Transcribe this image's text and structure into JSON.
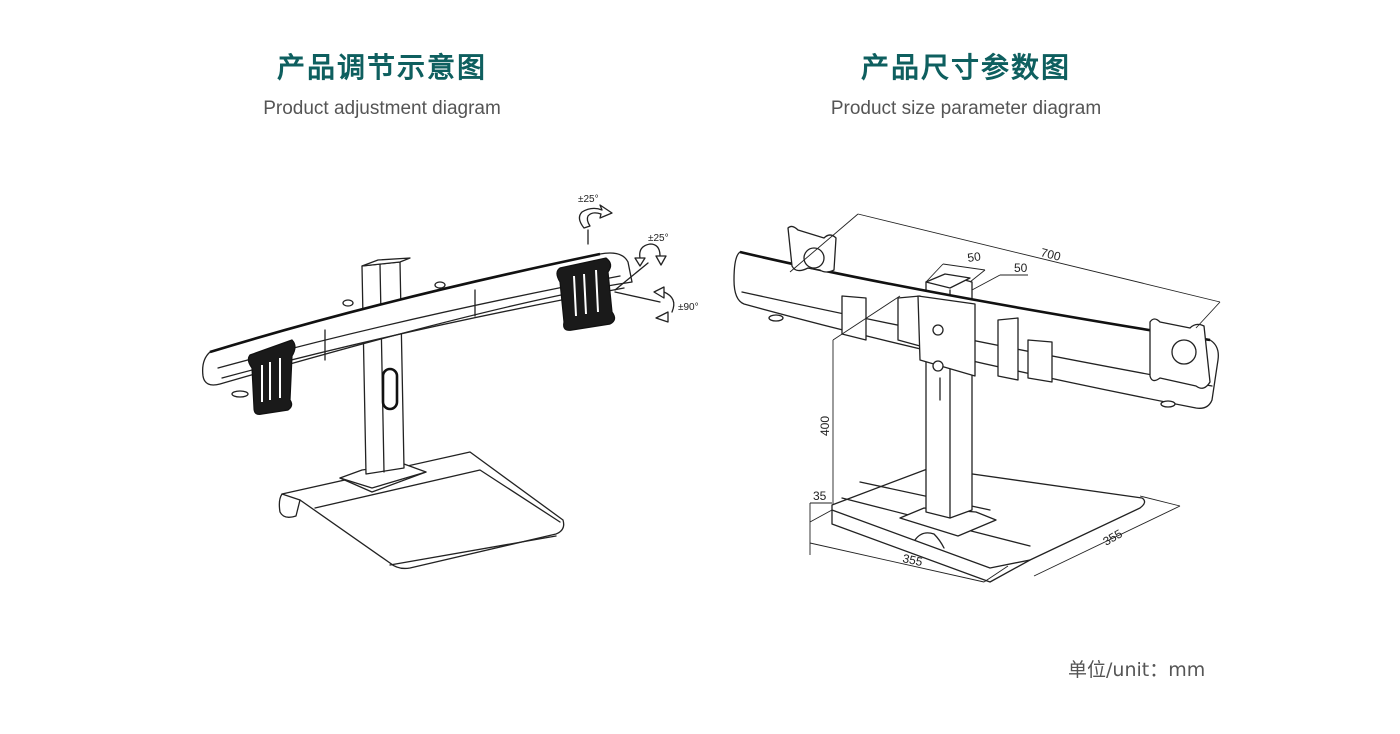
{
  "colors": {
    "title": "#0e5f5f",
    "subtitle": "#555555",
    "line": "#222222"
  },
  "left_panel": {
    "title_cn": "产品调节示意图",
    "title_en": "Product adjustment diagram",
    "annotations": {
      "tilt_top": "±25°",
      "swivel": "±25°",
      "rotate": "±90°"
    }
  },
  "right_panel": {
    "title_cn": "产品尺寸参数图",
    "title_en": "Product size parameter diagram",
    "dimensions": {
      "width": "700",
      "post_depth": "50",
      "post_width": "50",
      "height": "400",
      "base_thickness": "35",
      "base_width": "355",
      "base_depth": "355"
    }
  },
  "footer": {
    "unit_label": "单位/unit：mm"
  }
}
